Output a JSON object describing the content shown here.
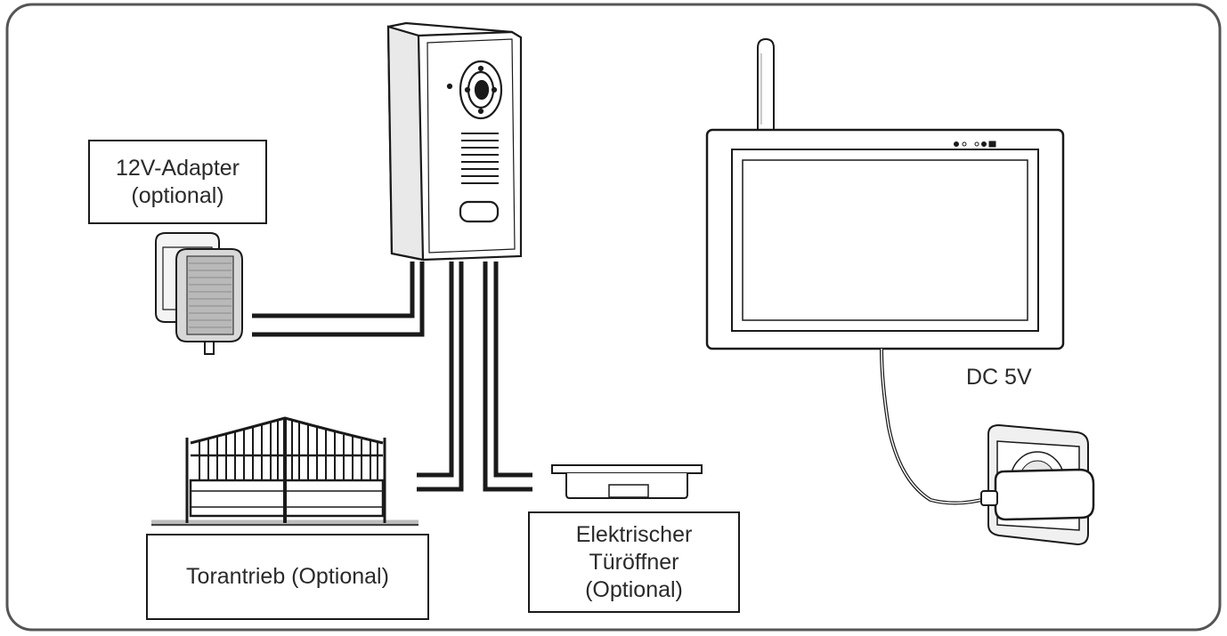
{
  "labels": {
    "adapter": {
      "line1": "12V-Adapter",
      "line2": "(optional)"
    },
    "gate": "Torantrieb (Optional)",
    "opener": {
      "line1": "Elektrischer",
      "line2": "Türöffner",
      "line3": "(Optional)"
    },
    "power": "DC 5V"
  },
  "colors": {
    "line": "#1a1a1a",
    "frame": "#555555",
    "fill": "#ffffff"
  }
}
